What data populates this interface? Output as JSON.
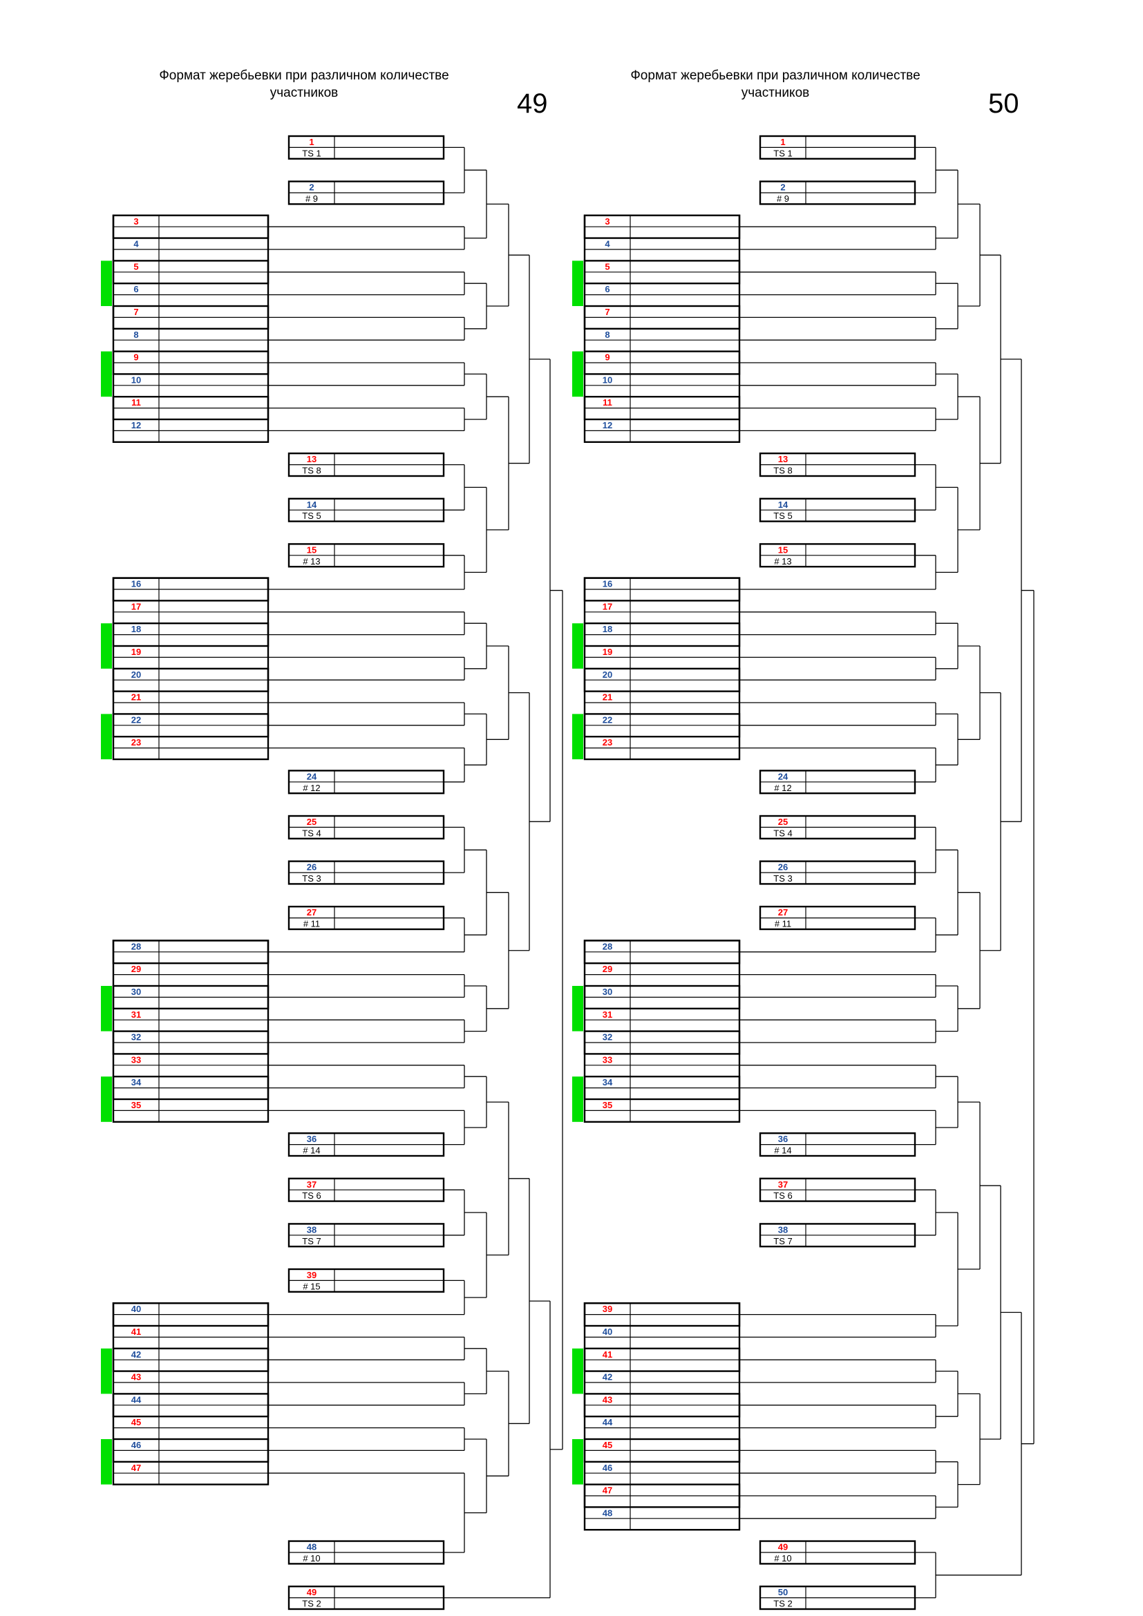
{
  "brackets": [
    {
      "title": "Формат жеребьевки при различном количестве участников",
      "count": "49",
      "pairs": [
        {
          "n": 1,
          "label": "TS 1"
        },
        {
          "n": 2,
          "label": "# 9"
        },
        {
          "n": 13,
          "label": "TS 8"
        },
        {
          "n": 14,
          "label": "TS 5"
        },
        {
          "n": 15,
          "label": "# 13"
        },
        {
          "n": 24,
          "label": "# 12"
        },
        {
          "n": 25,
          "label": "TS 4"
        },
        {
          "n": 26,
          "label": "TS 3"
        },
        {
          "n": 27,
          "label": "# 11"
        },
        {
          "n": 36,
          "label": "# 14"
        },
        {
          "n": 37,
          "label": "TS 6"
        },
        {
          "n": 38,
          "label": "TS 7"
        },
        {
          "n": 39,
          "label": "# 15"
        },
        {
          "n": 48,
          "label": "# 10"
        },
        {
          "n": 49,
          "label": "TS 2"
        }
      ],
      "groups": [
        {
          "start": 3,
          "end": 12
        },
        {
          "start": 16,
          "end": 23
        },
        {
          "start": 28,
          "end": 35
        },
        {
          "start": 40,
          "end": 47
        }
      ]
    },
    {
      "title": "Формат жеребьевки при различном количестве участников",
      "count": "50",
      "pairs": [
        {
          "n": 1,
          "label": "TS 1"
        },
        {
          "n": 2,
          "label": "# 9"
        },
        {
          "n": 13,
          "label": "TS 8"
        },
        {
          "n": 14,
          "label": "TS 5"
        },
        {
          "n": 15,
          "label": "# 13"
        },
        {
          "n": 24,
          "label": "# 12"
        },
        {
          "n": 25,
          "label": "TS 4"
        },
        {
          "n": 26,
          "label": "TS 3"
        },
        {
          "n": 27,
          "label": "# 11"
        },
        {
          "n": 36,
          "label": "# 14"
        },
        {
          "n": 37,
          "label": "TS 6"
        },
        {
          "n": 38,
          "label": "TS 7"
        },
        {
          "n": 49,
          "label": "# 10"
        },
        {
          "n": 50,
          "label": "TS 2"
        }
      ],
      "groups": [
        {
          "start": 3,
          "end": 12
        },
        {
          "start": 16,
          "end": 23
        },
        {
          "start": 28,
          "end": 35
        },
        {
          "start": 39,
          "end": 48
        }
      ]
    }
  ],
  "colors": {
    "odd_number": "#ff0000",
    "even_number": "#1f4e9c",
    "highlight": "#00e000",
    "line": "#000000"
  }
}
